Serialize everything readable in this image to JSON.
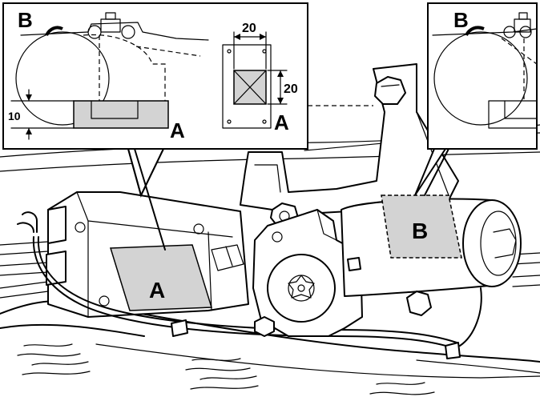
{
  "labels": {
    "pad_a": "A",
    "pad_b": "B",
    "inset_left_a": "A",
    "inset_left_b": "B",
    "inset_left_dim": "10",
    "inset_center_a": "A",
    "inset_center_width": "20",
    "inset_center_height": "20",
    "inset_right_b": "B"
  },
  "colors": {
    "pad_fill": "#d3d3d3",
    "line": "#000000",
    "background": "#ffffff"
  }
}
